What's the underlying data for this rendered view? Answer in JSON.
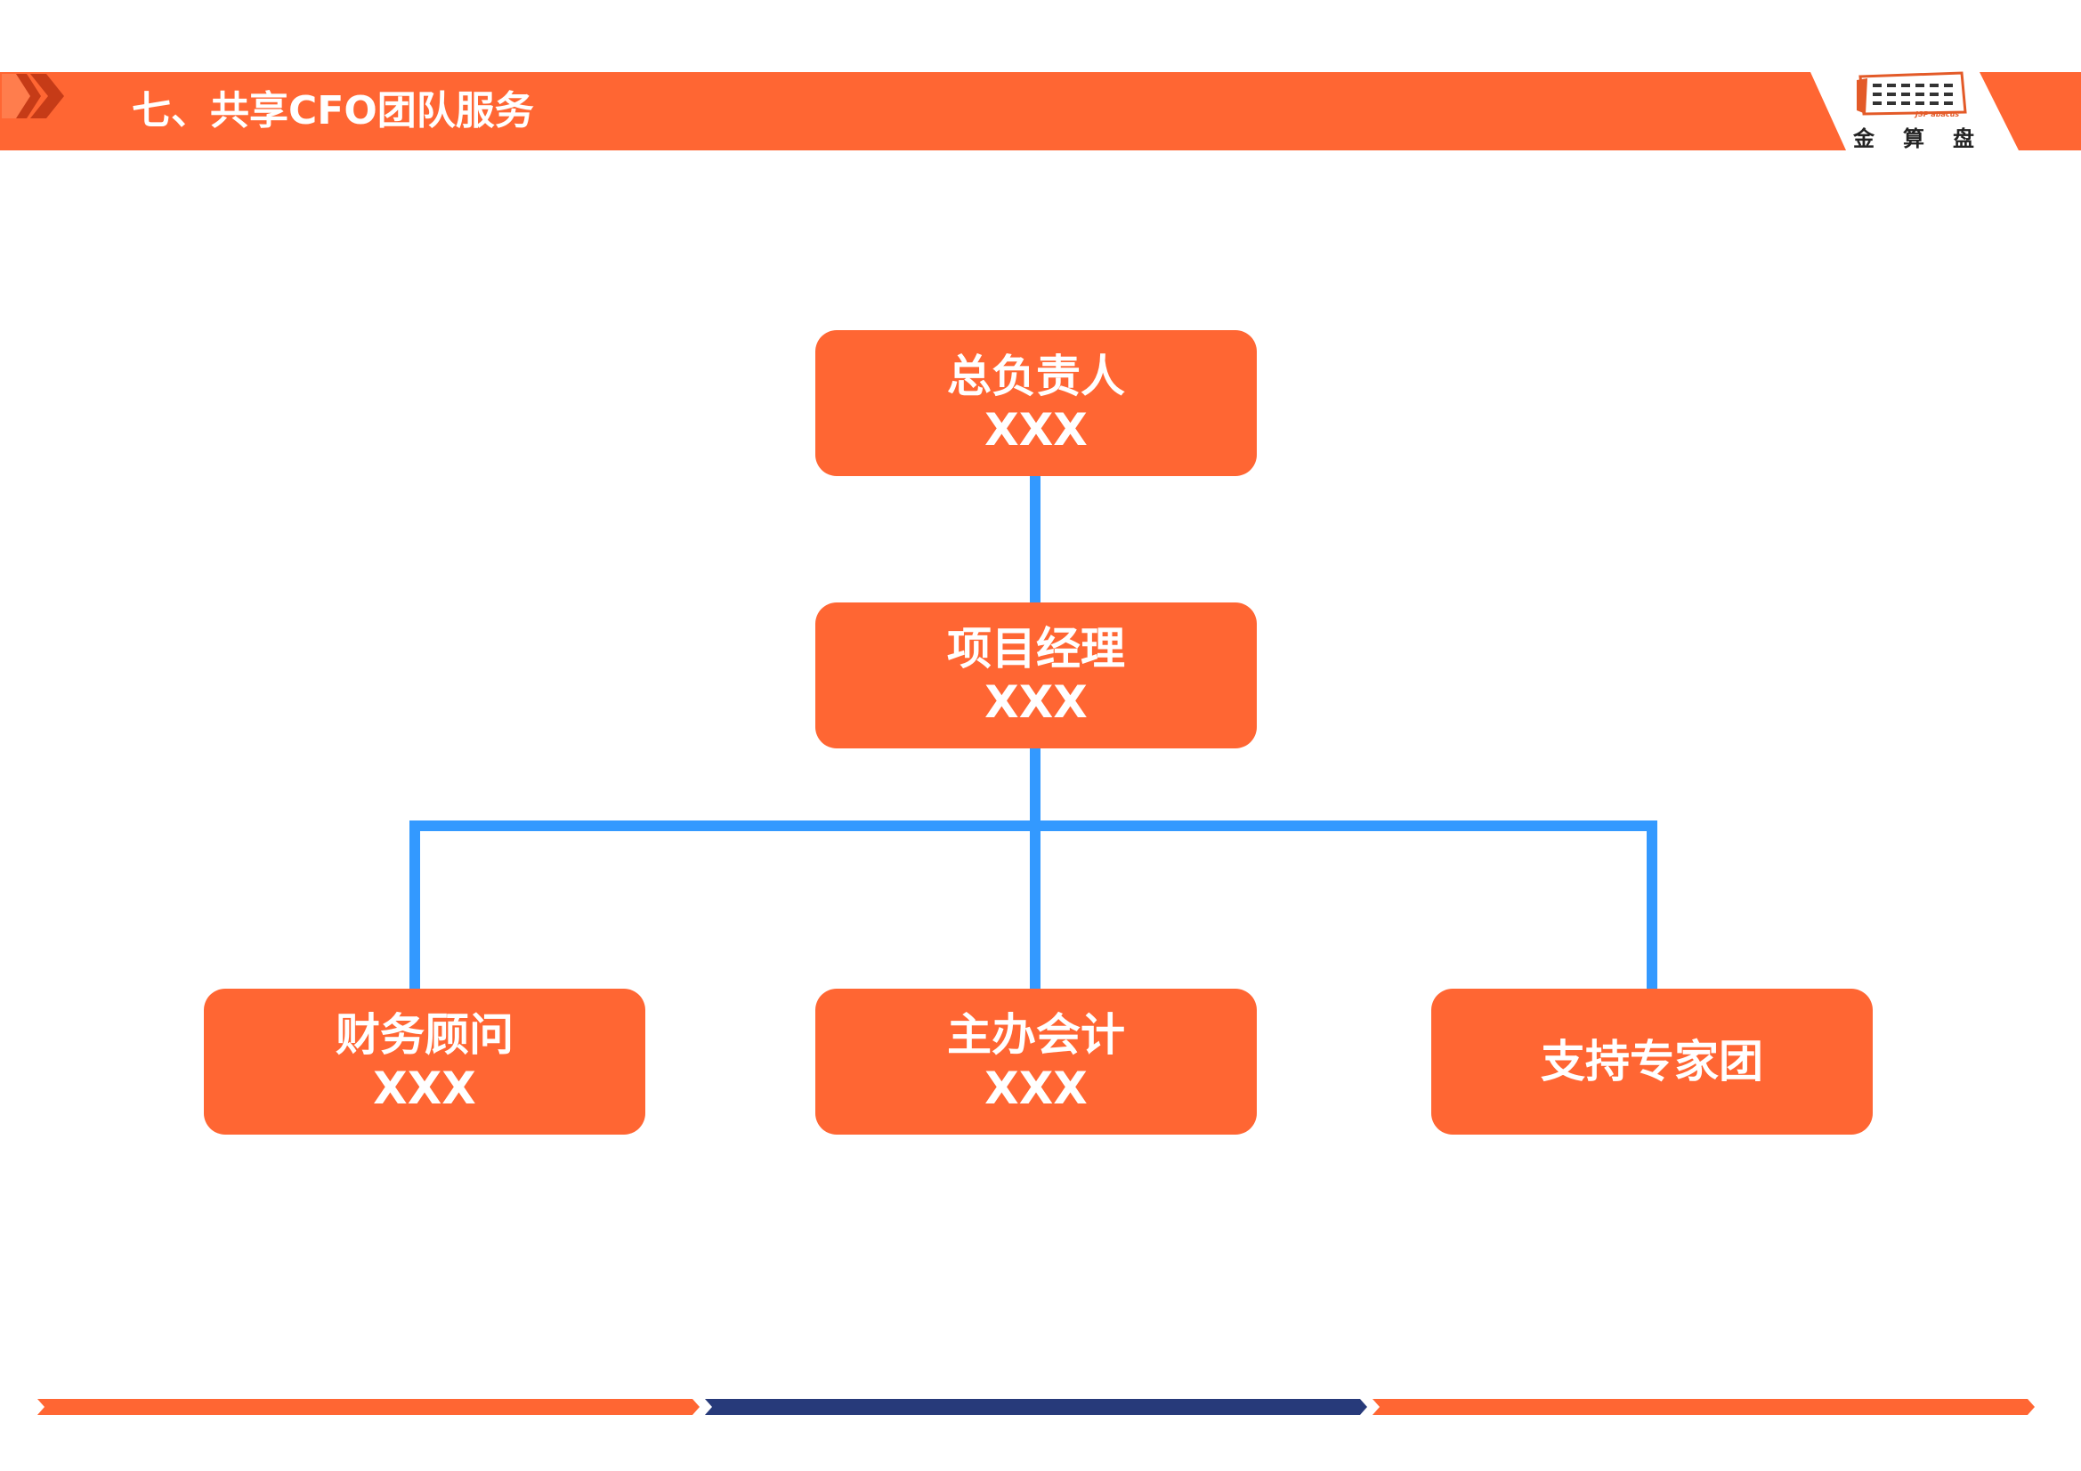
{
  "header": {
    "title": "七、共享CFO团队服务",
    "accent_color": "#ff6633",
    "logo": {
      "chars": [
        "金",
        "算",
        "盘"
      ],
      "sub": "JSP abacus"
    }
  },
  "org_chart": {
    "box_color": "#ff6633",
    "line_color": "#3399ff",
    "nodes": {
      "head": {
        "title": "总负责人",
        "name": "XXX"
      },
      "manager": {
        "title": "项目经理",
        "name": "XXX"
      },
      "finance_advisor": {
        "title": "财务顾问",
        "name": "XXX"
      },
      "lead_accountant": {
        "title": "主办会计",
        "name": "XXX"
      },
      "expert_team": {
        "title": "支持专家团"
      }
    }
  },
  "footer": {
    "colors": [
      "#ff6633",
      "#273a7a",
      "#ff6633"
    ]
  }
}
